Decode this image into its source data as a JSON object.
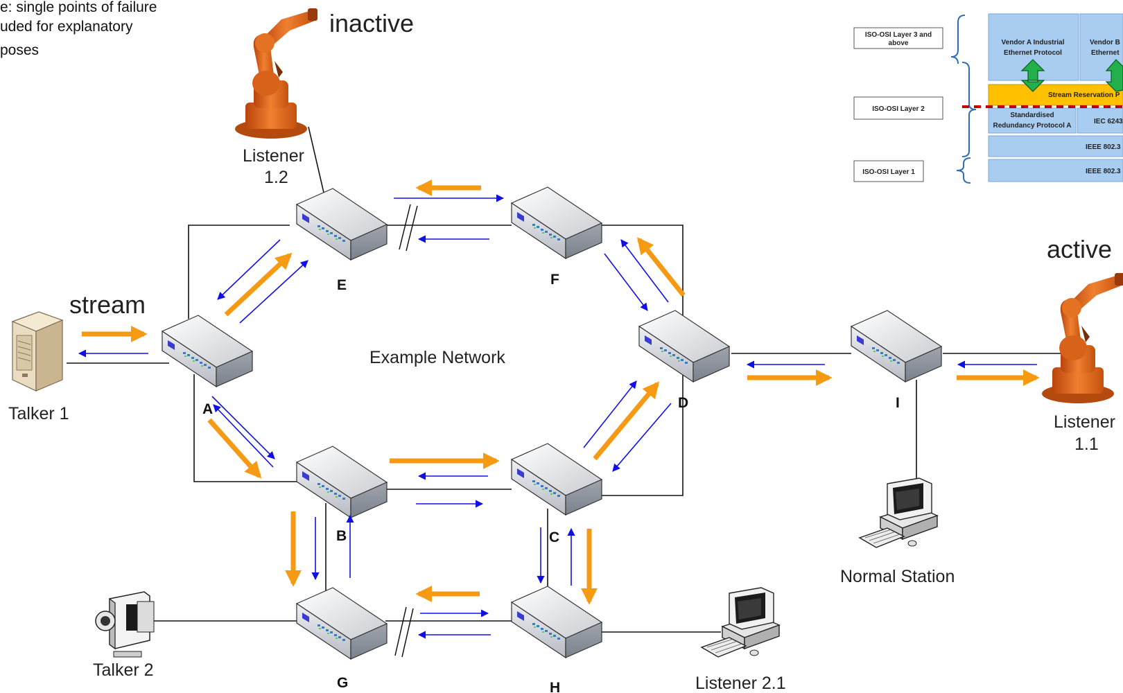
{
  "note": {
    "line1": "e: single points of failure",
    "line2": "uded for explanatory",
    "line3": "poses"
  },
  "status": {
    "inactive": "inactive",
    "active": "active"
  },
  "stream_label": "stream",
  "network_label": "Example Network",
  "nodes": {
    "talker1": "Talker 1",
    "talker2": "Talker 2",
    "listener12_line1": "Listener",
    "listener12_line2": "1.2",
    "listener11_line1": "Listener",
    "listener11_line2": "1.1",
    "listener21": "Listener 2.1",
    "normal_station": "Normal Station"
  },
  "switches": {
    "A": "A",
    "B": "B",
    "C": "C",
    "D": "D",
    "E": "E",
    "F": "F",
    "G": "G",
    "H": "H",
    "I": "I"
  },
  "osi": {
    "layer3_line1": "ISO-OSI Layer 3 and",
    "layer3_line2": "above",
    "layer2": "ISO-OSI Layer 2",
    "layer1": "ISO-OSI Layer 1",
    "vendorA_line1": "Vendor A Industrial",
    "vendorA_line2": "Ethernet Protocol",
    "vendorB_line1": "Vendor B",
    "vendorB_line2": "Ethernet",
    "stream_reservation": "Stream Reservation P",
    "std_redundancy_line1": "Standardised",
    "std_redundancy_line2": "Redundancy Protocol A",
    "iec": "IEC 6243",
    "ieee1": "IEEE 802.3",
    "ieee2": "IEEE 802.3"
  },
  "colors": {
    "orange_arrow": "#f59a12",
    "blue_arrow": "#1010e6",
    "box_blue": "#a9cdf1",
    "sr_yellow": "#ffc000",
    "redundancy_red": "#c00000",
    "green_arrow": "#22b04a",
    "robot_orange": "#e86a1a"
  },
  "icons": {
    "switch": "network-switch-icon",
    "server": "server-tower-icon",
    "camera": "video-camera-icon",
    "computer": "desktop-computer-icon",
    "robot": "industrial-robot-icon"
  }
}
